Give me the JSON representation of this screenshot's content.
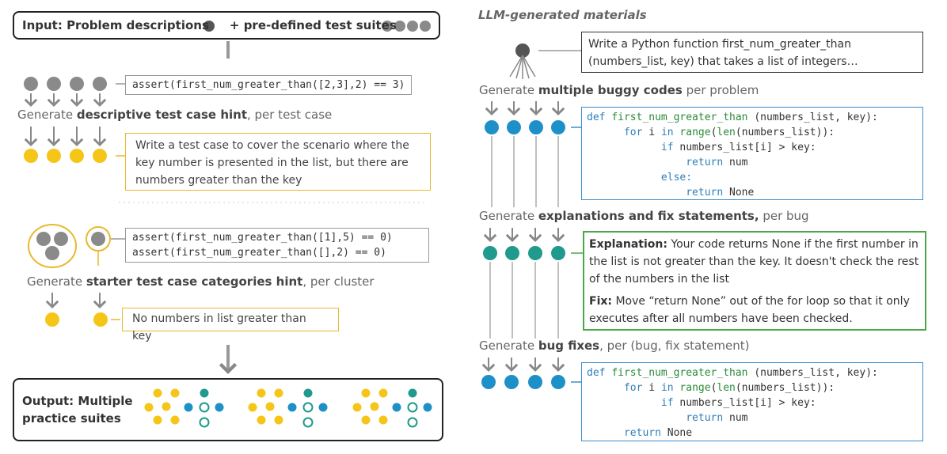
{
  "input_box": {
    "label": "Input: Problem descriptions",
    "label_suffix": "+ pre-defined test suites"
  },
  "left": {
    "assert_1": "assert(first_num_greater_than([2,3],2) == 3)",
    "step1_prefix": "Generate ",
    "step1_bold": "descriptive test case hint",
    "step1_suffix": ", per test case",
    "hint_text": "Write a test case to cover the scenario where the key number is presented in the list, but there are numbers greater than the key",
    "assert_2a": "assert(first_num_greater_than([1],5) == 0)",
    "assert_2b": "assert(first_num_greater_than([],2) == 0)",
    "step2_prefix": "Generate ",
    "step2_bold": "starter test case categories hint",
    "step2_suffix": ", per cluster",
    "category_hint": "No numbers in list greater than key"
  },
  "output_box": {
    "label": "Output: Multiple practice suites"
  },
  "right": {
    "header": "LLM-generated materials",
    "problem_text": "Write a Python function first_num_greater_than (numbers_list, key) that takes a list of integers…",
    "step1_prefix": "Generate ",
    "step1_bold": "multiple buggy codes",
    "step1_suffix": " per problem",
    "buggy_code": {
      "l1_kw": "def ",
      "l1_fn": "first_num_greater_than",
      "l1_rest": " (numbers_list, key):",
      "l2_kw": "for ",
      "l2_mid": "i ",
      "l2_kw2": "in ",
      "l2_fn": "range",
      "l2_p1": "(",
      "l2_fn2": "len",
      "l2_rest": "(numbers_list)):",
      "l3_kw": "if ",
      "l3_rest": "numbers_list[i] > key:",
      "l4_kw": "return ",
      "l4_rest": "num",
      "l5_kw": "else:",
      "l6_kw": "return ",
      "l6_rest": "None"
    },
    "step2_prefix": "Generate ",
    "step2_bold": "explanations and fix statements,",
    "step2_suffix": " per bug",
    "explanation_label": "Explanation:",
    "explanation_text": " Your code returns None if the first number in the list is not greater than the key. It doesn't check the rest of the numbers in the list",
    "fix_label": "Fix:",
    "fix_text": " Move “return None” out of the for loop so that it only executes after all numbers have been checked.",
    "step3_prefix": "Generate ",
    "step3_bold": "bug fixes",
    "step3_suffix": ", per (bug, fix statement)",
    "fixed_code": {
      "l1_kw": "def ",
      "l1_fn": "first_num_greater_than",
      "l1_rest": " (numbers_list, key):",
      "l2_kw": "for ",
      "l2_mid": "i ",
      "l2_kw2": "in ",
      "l2_fn": "range",
      "l2_p1": "(",
      "l2_fn2": "len",
      "l2_rest": "(numbers_list)):",
      "l3_kw": "if ",
      "l3_rest": "numbers_list[i] > key:",
      "l4_kw": "return ",
      "l4_rest": "num",
      "l5_kw": "return ",
      "l5_rest": "None"
    }
  },
  "colors": {
    "gray_node": "#8a8a8a",
    "problem_node": "#555555",
    "yellow_node": "#f5c518",
    "blue_node": "#1e90c8",
    "teal_node": "#1f9a8c",
    "arrow": "#888888",
    "hint_border": "#e8b92e",
    "code_border": "#3b8dcc",
    "explain_border": "#4aa84a"
  }
}
